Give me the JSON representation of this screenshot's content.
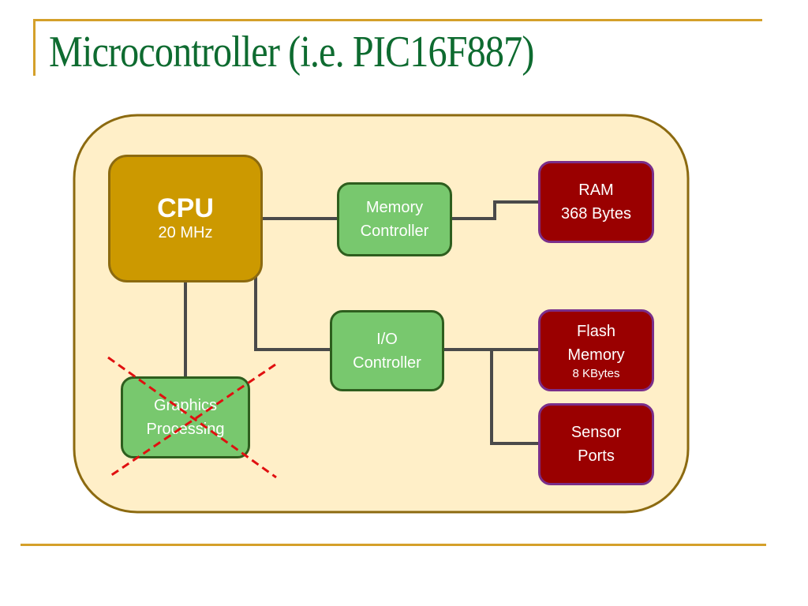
{
  "slide": {
    "title": "Microcontroller (i.e. PIC16F887)"
  },
  "colors": {
    "title_text": "#0E6B30",
    "rule": "#D4A02A",
    "container_fill": "#FFEFC8",
    "container_border": "#8C6A10",
    "cpu_fill": "#CC9900",
    "controller_fill": "#78C86E",
    "memory_fill": "#9A0000",
    "memory_border": "#7A2E8A",
    "connector": "#4A4A4A",
    "cross_out": "#E01010"
  },
  "diagram": {
    "cpu": {
      "title": "CPU",
      "subtitle": "20 MHz"
    },
    "memory_controller": {
      "line1": "Memory",
      "line2": "Controller"
    },
    "io_controller": {
      "line1": "I/O",
      "line2": "Controller"
    },
    "graphics": {
      "line1": "Graphics",
      "line2": "Processing",
      "status": "crossed-out"
    },
    "ram": {
      "line1": "RAM",
      "line2": "368 Bytes"
    },
    "flash": {
      "line1": "Flash",
      "line2": "Memory",
      "line3": "8 KBytes"
    },
    "sensor": {
      "line1": "Sensor",
      "line2": "Ports"
    },
    "connections": [
      [
        "CPU",
        "Memory Controller"
      ],
      [
        "Memory Controller",
        "RAM"
      ],
      [
        "CPU",
        "I/O Controller"
      ],
      [
        "I/O Controller",
        "Flash Memory"
      ],
      [
        "I/O Controller",
        "Sensor Ports"
      ],
      [
        "CPU",
        "Graphics Processing"
      ]
    ]
  }
}
